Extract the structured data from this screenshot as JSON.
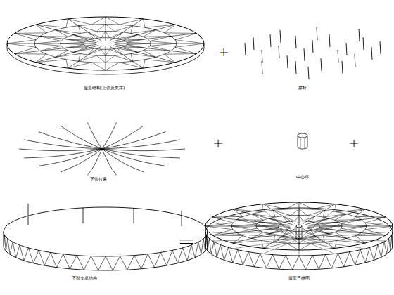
{
  "diagram": {
    "labels": [
      "屋盖结构(上弦及支撑)",
      "+",
      "撑杆",
      "下弦拉索",
      "+",
      "中心环",
      "+",
      "下部支承结构",
      "=",
      "屋盖三维图"
    ]
  }
}
